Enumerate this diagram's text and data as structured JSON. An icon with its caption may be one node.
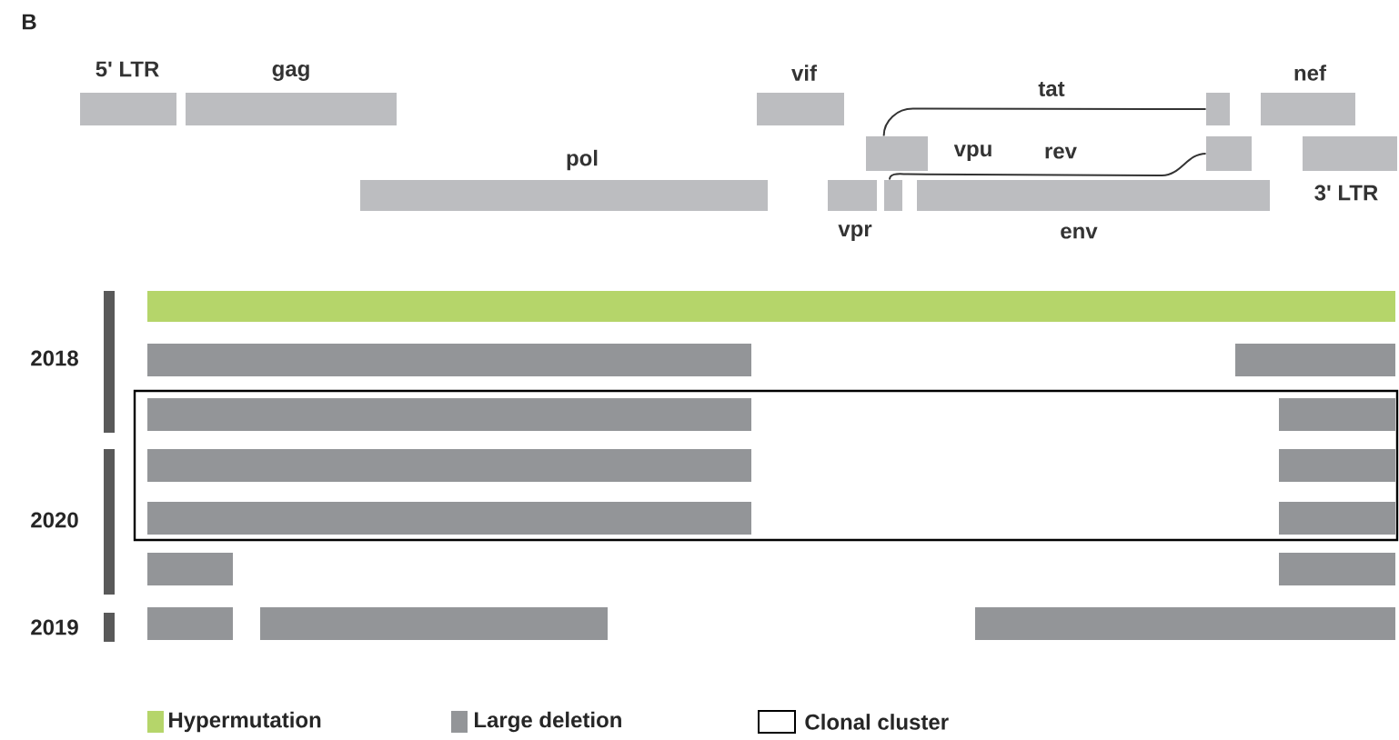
{
  "diagram": {
    "nodes": [
      {
        "text": [
          "5' LTR"
        ]
      },
      {
        "text": [
          "gag"
        ]
      },
      {
        "text": [
          "vif"
        ]
      },
      {
        "text": [],
        "shape": "box"
      },
      {
        "text": [
          "nef"
        ]
      },
      {
        "text": [
          "vpu"
        ]
      },
      {
        "text": [],
        "shape": "box"
      },
      {
        "text": [
          "3' LTR"
        ]
      },
      {
        "text": [
          "pol"
        ]
      },
      {
        "text": [
          "vpr"
        ]
      },
      {
        "text": [],
        "shape": "box"
      },
      {
        "text": [
          "env"
        ]
      },
      {
        "text": [],
        "shape": "bar"
      },
      {
        "text": [],
        "shape": "bar"
      },
      {
        "text": [],
        "shape": "bar"
      },
      {
        "text": [],
        "shape": "box"
      },
      {
        "text": [],
        "shape": "bar",
        "in": 15
      },
      {
        "text": [],
        "shape": "bar",
        "in": 15
      },
      {
        "text": [],
        "shape": "bar",
        "in": 15
      },
      {
        "text": [],
        "shape": "bar",
        "in": 15
      },
      {
        "text": [],
        "shape": "bar",
        "in": 15
      },
      {
        "text": [],
        "shape": "bar",
        "in": 15
      },
      {
        "text": [],
        "shape": "bar"
      },
      {
        "text": [],
        "shape": "bar"
      },
      {
        "text": [],
        "shape": "bar"
      },
      {
        "text": [],
        "shape": "bar"
      },
      {
        "text": [],
        "shape": "bar"
      }
    ],
    "edges": [
      {
        "from": 5,
        "to": 3,
        "arrow": "none",
        "label": "tat"
      },
      {
        "from": 10,
        "to": 6,
        "arrow": "none",
        "label": "rev"
      }
    ],
    "labels": [
      "B",
      "2018",
      "2020",
      "2019"
    ],
    "legend": [
      {
        "text": "Hypermutation",
        "color": "#b5d56a"
      },
      {
        "text": "Large deletion",
        "color": "#939598"
      },
      {
        "text": "Clonal cluster"
      }
    ]
  }
}
